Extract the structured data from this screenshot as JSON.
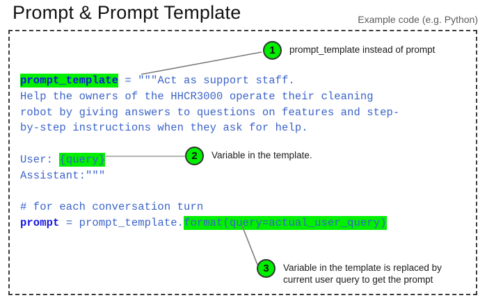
{
  "header": {
    "title": "Prompt & Prompt Template",
    "note": "Example code (e.g. Python)"
  },
  "colors": {
    "highlight_green": "#00F000",
    "badge_green": "#00EE00",
    "code_blue": "#3A63C8",
    "keyword_blue": "#1414E0",
    "note_gray": "#5B5B5B",
    "frame_border": "#3A3A3A"
  },
  "code": {
    "language_hint": "Python",
    "lines": [
      {
        "id": "line-1",
        "segments": [
          {
            "text": "prompt_template",
            "style": "highlight-bold"
          },
          {
            "text": " = \"\"\"Act as support staff.",
            "style": "plain"
          }
        ]
      },
      {
        "id": "line-2",
        "segments": [
          {
            "text": "Help the owners of the HHCR3000 operate their cleaning",
            "style": "plain"
          }
        ]
      },
      {
        "id": "line-3",
        "segments": [
          {
            "text": "robot by giving answers to questions on features and step-",
            "style": "plain"
          }
        ]
      },
      {
        "id": "line-4",
        "segments": [
          {
            "text": "by-step instructions when they ask for help.",
            "style": "plain"
          }
        ]
      },
      {
        "id": "line-5",
        "segments": []
      },
      {
        "id": "line-6",
        "segments": [
          {
            "text": "User: ",
            "style": "plain"
          },
          {
            "text": "{query}",
            "style": "highlight-plain"
          }
        ]
      },
      {
        "id": "line-7",
        "segments": [
          {
            "text": "Assistant:\"\"\"",
            "style": "plain"
          }
        ]
      },
      {
        "id": "line-8",
        "segments": []
      },
      {
        "id": "line-9",
        "segments": [
          {
            "text": "# for each conversation turn",
            "style": "plain"
          }
        ]
      },
      {
        "id": "line-10",
        "segments": [
          {
            "text": "prompt",
            "style": "bold"
          },
          {
            "text": " = prompt_template.",
            "style": "plain"
          },
          {
            "text": "format(query=actual_user_query)",
            "style": "highlight-plain"
          }
        ]
      }
    ]
  },
  "callouts": [
    {
      "number": "1",
      "text": "prompt_template instead of prompt"
    },
    {
      "number": "2",
      "text": "Variable in the template."
    },
    {
      "number": "3",
      "text": "Variable in the template is replaced by\ncurrent user query to get the prompt"
    }
  ]
}
